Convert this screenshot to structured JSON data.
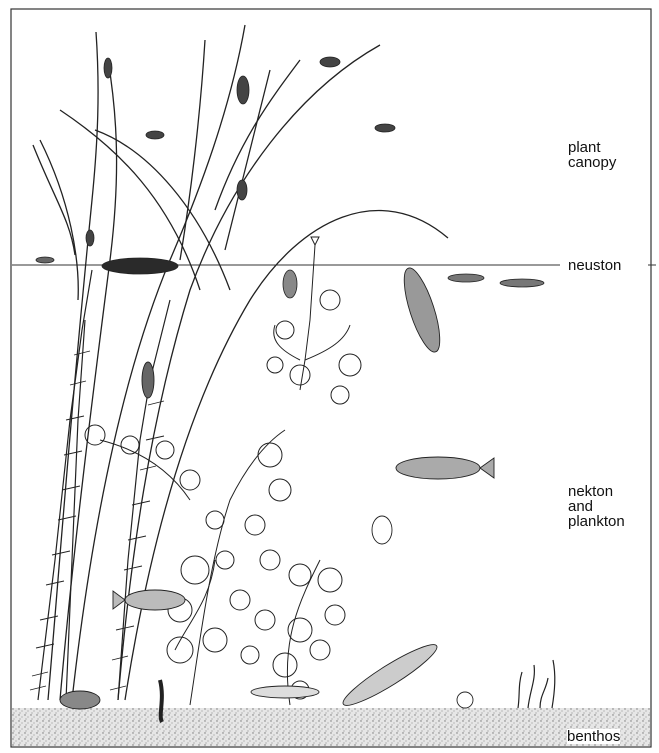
{
  "zones": {
    "plant_canopy": "plant\ncanopy",
    "neuston": "neuston",
    "nekton_plankton": "nekton\nand\nplankton",
    "benthos": "benthos"
  },
  "colors": {
    "ink": "#1a1a1a",
    "sediment": "#d9d9d9",
    "background": "#ffffff"
  }
}
